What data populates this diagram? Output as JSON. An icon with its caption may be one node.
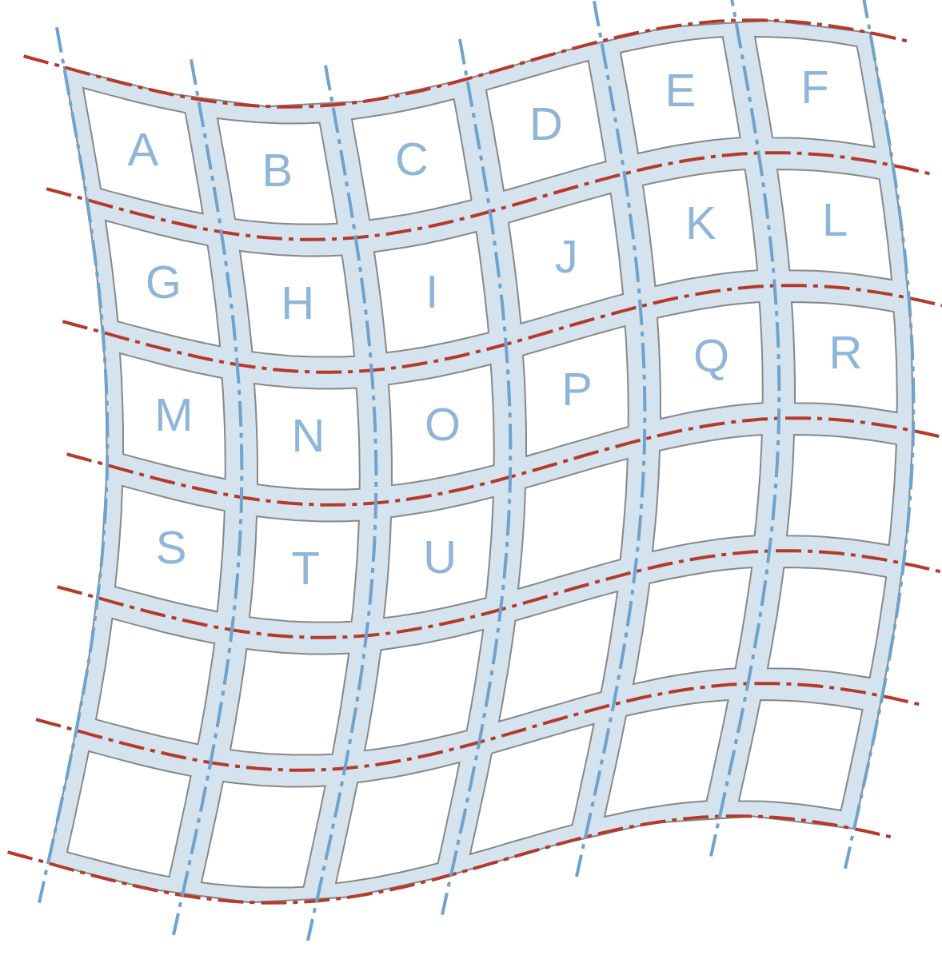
{
  "diagram": {
    "nodes": [
      {
        "text": [
          "A"
        ]
      },
      {
        "text": [
          "B"
        ]
      },
      {
        "text": [
          "C"
        ]
      },
      {
        "text": [
          "D"
        ]
      },
      {
        "text": [
          "E"
        ]
      },
      {
        "text": [
          "F"
        ]
      },
      {
        "text": [
          "G"
        ]
      },
      {
        "text": [
          "H"
        ]
      },
      {
        "text": [
          "I"
        ]
      },
      {
        "text": [
          "J"
        ]
      },
      {
        "text": [
          "K"
        ]
      },
      {
        "text": [
          "L"
        ]
      },
      {
        "text": [
          "M"
        ]
      },
      {
        "text": [
          "N"
        ]
      },
      {
        "text": [
          "O"
        ]
      },
      {
        "text": [
          "P"
        ]
      },
      {
        "text": [
          "Q"
        ]
      },
      {
        "text": [
          "R"
        ]
      },
      {
        "text": [
          "S"
        ]
      },
      {
        "text": [
          "T"
        ]
      },
      {
        "text": [
          "U"
        ]
      },
      {
        "text": [],
        "shape": "box"
      },
      {
        "text": [],
        "shape": "box"
      },
      {
        "text": [],
        "shape": "box"
      },
      {
        "text": [],
        "shape": "box"
      },
      {
        "text": [],
        "shape": "box"
      },
      {
        "text": [],
        "shape": "box"
      },
      {
        "text": [],
        "shape": "box"
      },
      {
        "text": [],
        "shape": "box"
      },
      {
        "text": [],
        "shape": "box"
      },
      {
        "text": [],
        "shape": "box"
      },
      {
        "text": [],
        "shape": "box"
      },
      {
        "text": [],
        "shape": "box"
      },
      {
        "text": [],
        "shape": "box"
      },
      {
        "text": [],
        "shape": "box"
      },
      {
        "text": [],
        "shape": "box"
      }
    ]
  }
}
